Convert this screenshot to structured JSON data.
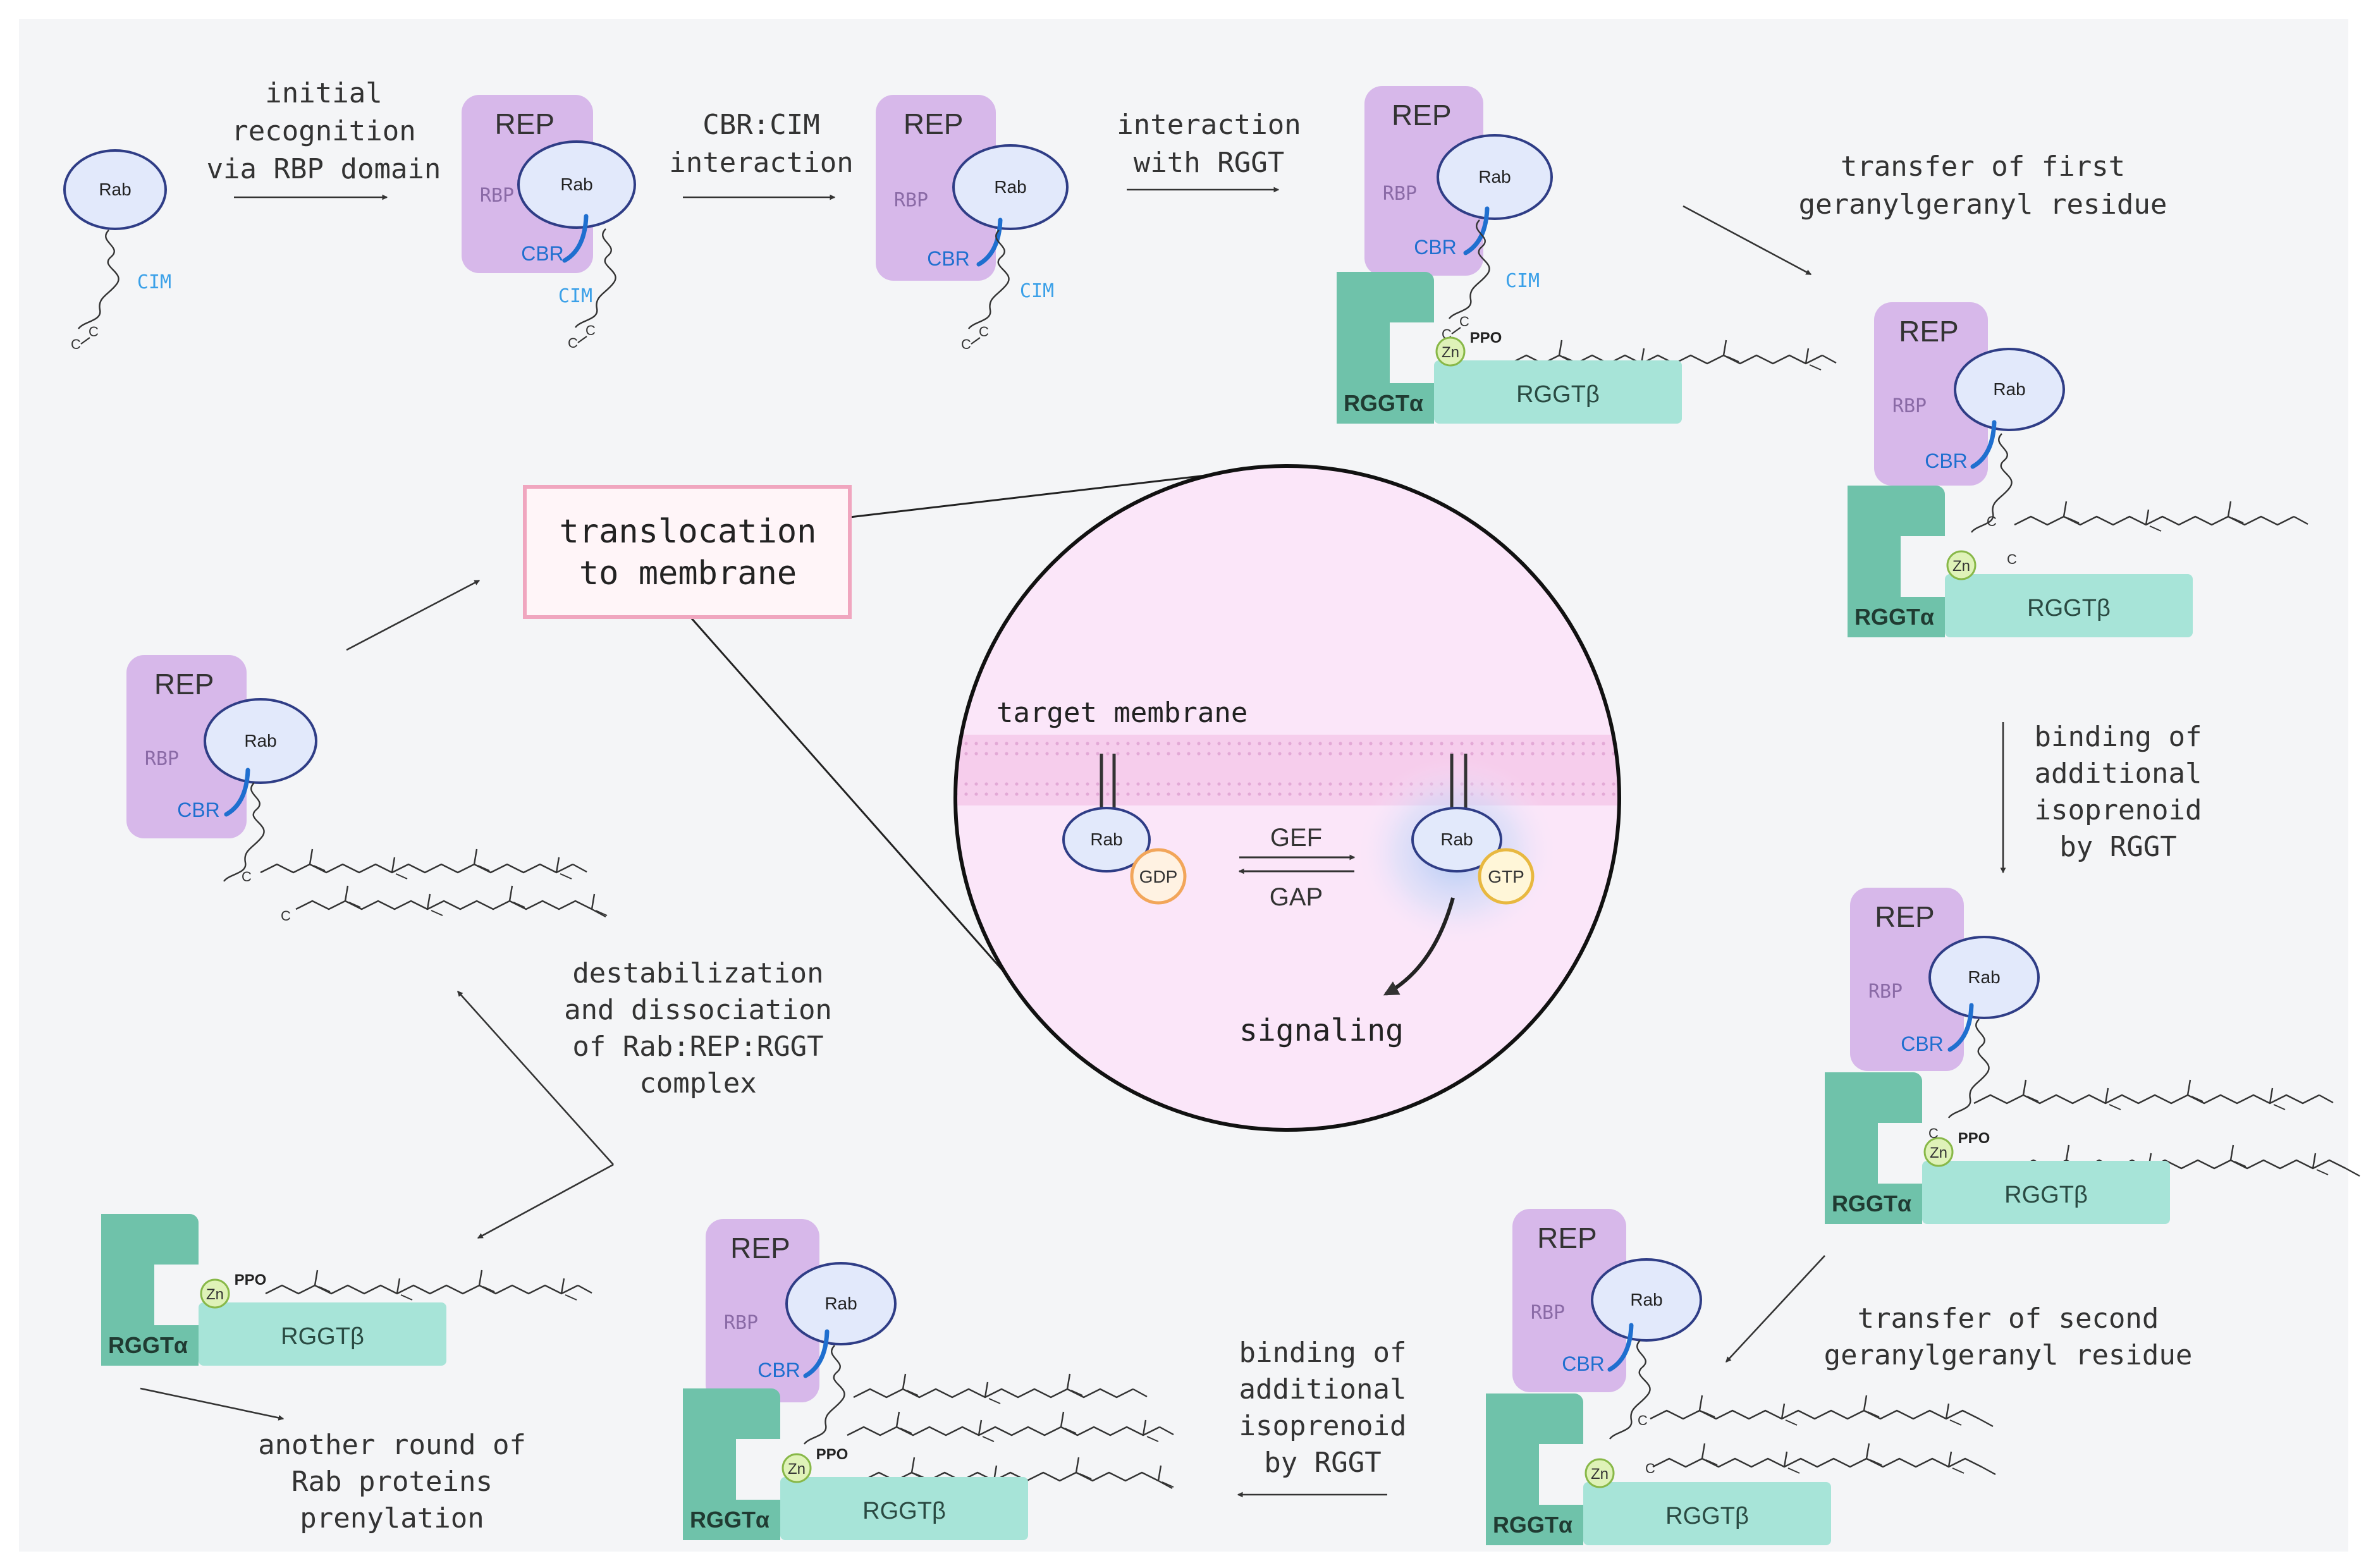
{
  "labels": {
    "rab": "Rab",
    "rep": "REP",
    "rbp": "RBP",
    "cbr": "CBR",
    "cim": "CIM",
    "c": "C",
    "zn": "Zn",
    "ppo": "PPO",
    "alpha": "RGGTα",
    "beta": "RGGTβ"
  },
  "steps": {
    "s1": [
      "initial",
      "recognition",
      "via RBP domain"
    ],
    "s2": [
      "CBR:CIM",
      "interaction"
    ],
    "s3": [
      "interaction",
      "with RGGT"
    ],
    "s4": [
      "transfer of first",
      "geranylgeranyl residue"
    ],
    "s5": [
      "binding of",
      "additional",
      "isoprenoid",
      "by RGGT"
    ],
    "s6": [
      "transfer of second",
      "geranylgeranyl residue"
    ],
    "s7": [
      "binding of",
      "additional",
      "isoprenoid",
      "by RGGT"
    ],
    "s8": [
      "another round of",
      "Rab proteins",
      "prenylation"
    ],
    "s9": [
      "destabilization",
      "and dissociation",
      "of Rab:REP:RGGT",
      "complex"
    ]
  },
  "translocation": [
    "translocation",
    "to membrane"
  ],
  "inset": {
    "membrane": "target membrane",
    "gef": "GEF",
    "gap": "GAP",
    "gdp": "GDP",
    "gtp": "GTP",
    "signaling": "signaling"
  },
  "colors": {
    "background": "#f4f5f7",
    "rep": "#d7b8ea",
    "rab_fill": "#e2e9fb",
    "rab_stroke": "#2f3d86",
    "rggt_alpha": "#6fc2aa",
    "rggt_beta": "#a7e4d8",
    "cbr_blue": "#1f6fcf",
    "cim_blue": "#3aa0e8",
    "zn_fill": "#dff2b8",
    "gdp_stroke": "#f2a65a",
    "gtp_stroke": "#e8b840",
    "inset_fill": "#fbe6f9",
    "translocation_border": "#f0a6bf",
    "translocation_fill": "#fff5f8"
  }
}
